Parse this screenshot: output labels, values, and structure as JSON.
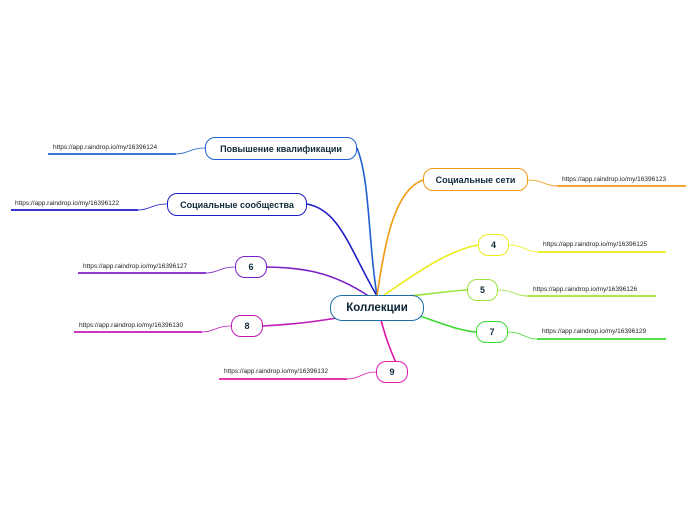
{
  "root": {
    "label": "Коллекции",
    "color": "#1a6ea8"
  },
  "branches": [
    {
      "id": "povyshenie",
      "label": "Повышение квалификации",
      "url": "https://app.raindrop.io/my/16396124",
      "color": "#1f5fcf"
    },
    {
      "id": "soobshchestva",
      "label": "Социальные сообщества",
      "url": "https://app.raindrop.io/my/16396122",
      "color": "#1c1cc4"
    },
    {
      "id": "b6",
      "label": "6",
      "url": "https://app.raindrop.io/my/16396127",
      "color": "#7b1fc7"
    },
    {
      "id": "b8",
      "label": "8",
      "url": "https://app.raindrop.io/my/16396130",
      "color": "#c21ab6"
    },
    {
      "id": "b9",
      "label": "9",
      "url": "https://app.raindrop.io/my/16396132",
      "color": "#e01aa8"
    },
    {
      "id": "seti",
      "label": "Социальные сети",
      "url": "https://app.raindrop.io/my/16396123",
      "color": "#f29a12"
    },
    {
      "id": "b4",
      "label": "4",
      "url": "https://app.raindrop.io/my/16396125",
      "color": "#ecec1c"
    },
    {
      "id": "b5",
      "label": "5",
      "url": "https://app.raindrop.io/my/16396126",
      "color": "#9be43a"
    },
    {
      "id": "b7",
      "label": "7",
      "url": "https://app.raindrop.io/my/16396129",
      "color": "#3ad92e"
    }
  ]
}
